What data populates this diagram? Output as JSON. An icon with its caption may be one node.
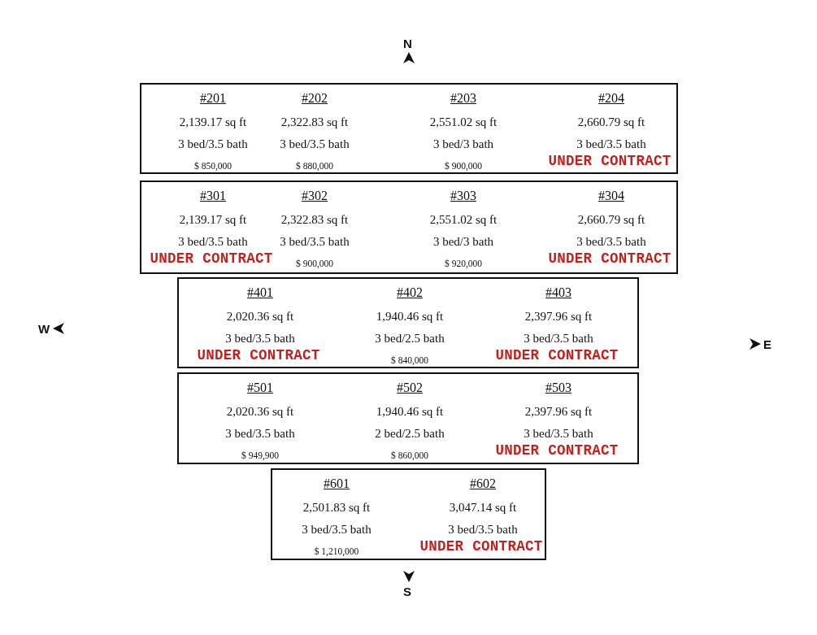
{
  "diagram": {
    "nodes": [
      {
        "text": [],
        "shape": "box"
      },
      {
        "text": [
          "#201",
          "2,139.17 sq ft",
          "3 bed/3.5 bath",
          "$ 850,000"
        ],
        "in": 0
      },
      {
        "text": [
          "#202",
          "2,322.83 sq ft",
          "3 bed/3.5 bath",
          "$ 880,000"
        ],
        "in": 0
      },
      {
        "text": [
          "#203",
          "2,551.02 sq ft",
          "3 bed/3 bath",
          "$ 900,000"
        ],
        "in": 0
      },
      {
        "text": [
          "#204",
          "2,660.79 sq ft",
          "3 bed/3.5 bath"
        ],
        "in": 0
      },
      {
        "text": [],
        "shape": "box"
      },
      {
        "text": [
          "#301",
          "2,139.17 sq ft",
          "3 bed/3.5 bath"
        ],
        "in": 5
      },
      {
        "text": [
          "#302",
          "2,322.83 sq ft",
          "3 bed/3.5 bath",
          "$ 900,000"
        ],
        "in": 5
      },
      {
        "text": [
          "#303",
          "2,551.02 sq ft",
          "3 bed/3 bath",
          "$ 920,000"
        ],
        "in": 5
      },
      {
        "text": [
          "#304",
          "2,660.79 sq ft",
          "3 bed/3.5 bath"
        ],
        "in": 5
      },
      {
        "text": [],
        "shape": "box"
      },
      {
        "text": [
          "#401",
          "2,020.36 sq ft",
          "3 bed/3.5 bath"
        ],
        "in": 10
      },
      {
        "text": [
          "#402",
          "1,940.46 sq ft",
          "3 bed/2.5 bath",
          "$ 840,000"
        ],
        "in": 10
      },
      {
        "text": [
          "#403",
          "2,397.96 sq ft",
          "3 bed/3.5 bath"
        ],
        "in": 10
      },
      {
        "text": [],
        "shape": "box"
      },
      {
        "text": [
          "#501",
          "2,020.36 sq ft",
          "3 bed/3.5 bath",
          "$ 949,900"
        ],
        "in": 14
      },
      {
        "text": [
          "#502",
          "1,940.46 sq ft",
          "2 bed/2.5 bath",
          "$ 860,000"
        ],
        "in": 14
      },
      {
        "text": [
          "#503",
          "2,397.96 sq ft",
          "3 bed/3.5 bath"
        ],
        "in": 14
      },
      {
        "text": [],
        "shape": "box"
      },
      {
        "text": [
          "#601",
          "2,501.83 sq ft",
          "3 bed/3.5 bath",
          "$ 1,210,000"
        ],
        "in": 18
      },
      {
        "text": [
          "#602",
          "3,047.14 sq ft",
          "3 bed/3.5 bath"
        ],
        "in": 18
      }
    ],
    "edges": [],
    "labels": [
      "N",
      "UNDER CONTRACT",
      "UNDER CONTRACT",
      "UNDER CONTRACT",
      "W",
      "UNDER CONTRACT",
      "UNDER CONTRACT",
      "E",
      "UNDER CONTRACT",
      "UNDER CONTRACT",
      "S"
    ]
  }
}
